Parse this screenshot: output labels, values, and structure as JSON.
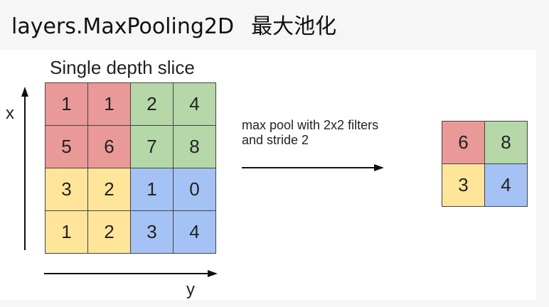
{
  "title": {
    "main": "layers.MaxPooling2D",
    "chinese": "最大池化"
  },
  "diagram": {
    "slice_title": "Single depth slice",
    "axis_x_label": "x",
    "axis_y_label": "y",
    "input_grid": {
      "rows": [
        [
          {
            "value": "1",
            "color": "#ea9999"
          },
          {
            "value": "1",
            "color": "#ea9999"
          },
          {
            "value": "2",
            "color": "#b6d7a8"
          },
          {
            "value": "4",
            "color": "#b6d7a8"
          }
        ],
        [
          {
            "value": "5",
            "color": "#ea9999"
          },
          {
            "value": "6",
            "color": "#ea9999"
          },
          {
            "value": "7",
            "color": "#b6d7a8"
          },
          {
            "value": "8",
            "color": "#b6d7a8"
          }
        ],
        [
          {
            "value": "3",
            "color": "#ffe599"
          },
          {
            "value": "2",
            "color": "#ffe599"
          },
          {
            "value": "1",
            "color": "#a4c2f4"
          },
          {
            "value": "0",
            "color": "#a4c2f4"
          }
        ],
        [
          {
            "value": "1",
            "color": "#ffe599"
          },
          {
            "value": "2",
            "color": "#ffe599"
          },
          {
            "value": "3",
            "color": "#a4c2f4"
          },
          {
            "value": "4",
            "color": "#a4c2f4"
          }
        ]
      ]
    },
    "caption_line1": "max pool with 2x2 filters",
    "caption_line2": "and stride 2",
    "output_grid": {
      "rows": [
        [
          {
            "value": "6",
            "color": "#ea9999"
          },
          {
            "value": "8",
            "color": "#b6d7a8"
          }
        ],
        [
          {
            "value": "3",
            "color": "#ffe599"
          },
          {
            "value": "4",
            "color": "#a4c2f4"
          }
        ]
      ]
    }
  }
}
